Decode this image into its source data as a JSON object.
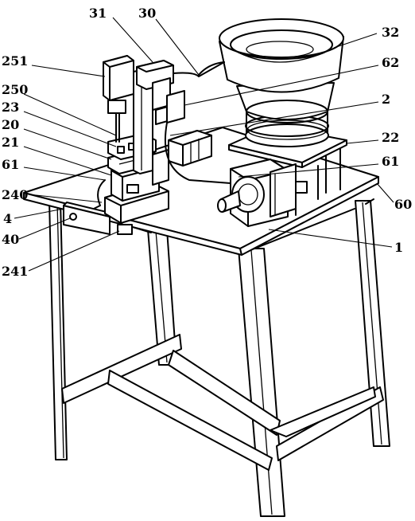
{
  "figure": {
    "labels": {
      "l31": "31",
      "l30": "30",
      "l32": "32",
      "l251": "251",
      "l62": "62",
      "l250": "250",
      "l23": "23",
      "l2": "2",
      "l20": "20",
      "l21": "21",
      "l22": "22",
      "l61a": "61",
      "l61b": "61",
      "l240": "240",
      "l60": "60",
      "l4": "4",
      "l40": "40",
      "l1": "1",
      "l241": "241"
    }
  }
}
